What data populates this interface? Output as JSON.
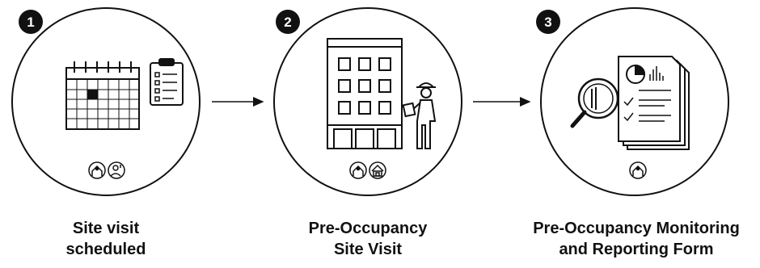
{
  "steps": [
    {
      "number": "1",
      "label_line1": "Site visit",
      "label_line2": "scheduled",
      "icons": [
        "calendar-icon",
        "clipboard-icon"
      ],
      "role_icons": [
        "inspector-role-icon",
        "contact-role-icon"
      ]
    },
    {
      "number": "2",
      "label_line1": "Pre-Occupancy",
      "label_line2": "Site Visit",
      "icons": [
        "building-icon",
        "inspector-person-icon"
      ],
      "role_icons": [
        "inspector-role-icon",
        "housing-role-icon"
      ]
    },
    {
      "number": "3",
      "label_line1": "Pre-Occupancy Monitoring",
      "label_line2": "and Reporting Form",
      "icons": [
        "report-document-icon",
        "magnifier-icon"
      ],
      "role_icons": [
        "inspector-role-icon"
      ]
    }
  ],
  "colors": {
    "stroke": "#111111",
    "badge": "#111111",
    "badge_text": "#ffffff"
  }
}
